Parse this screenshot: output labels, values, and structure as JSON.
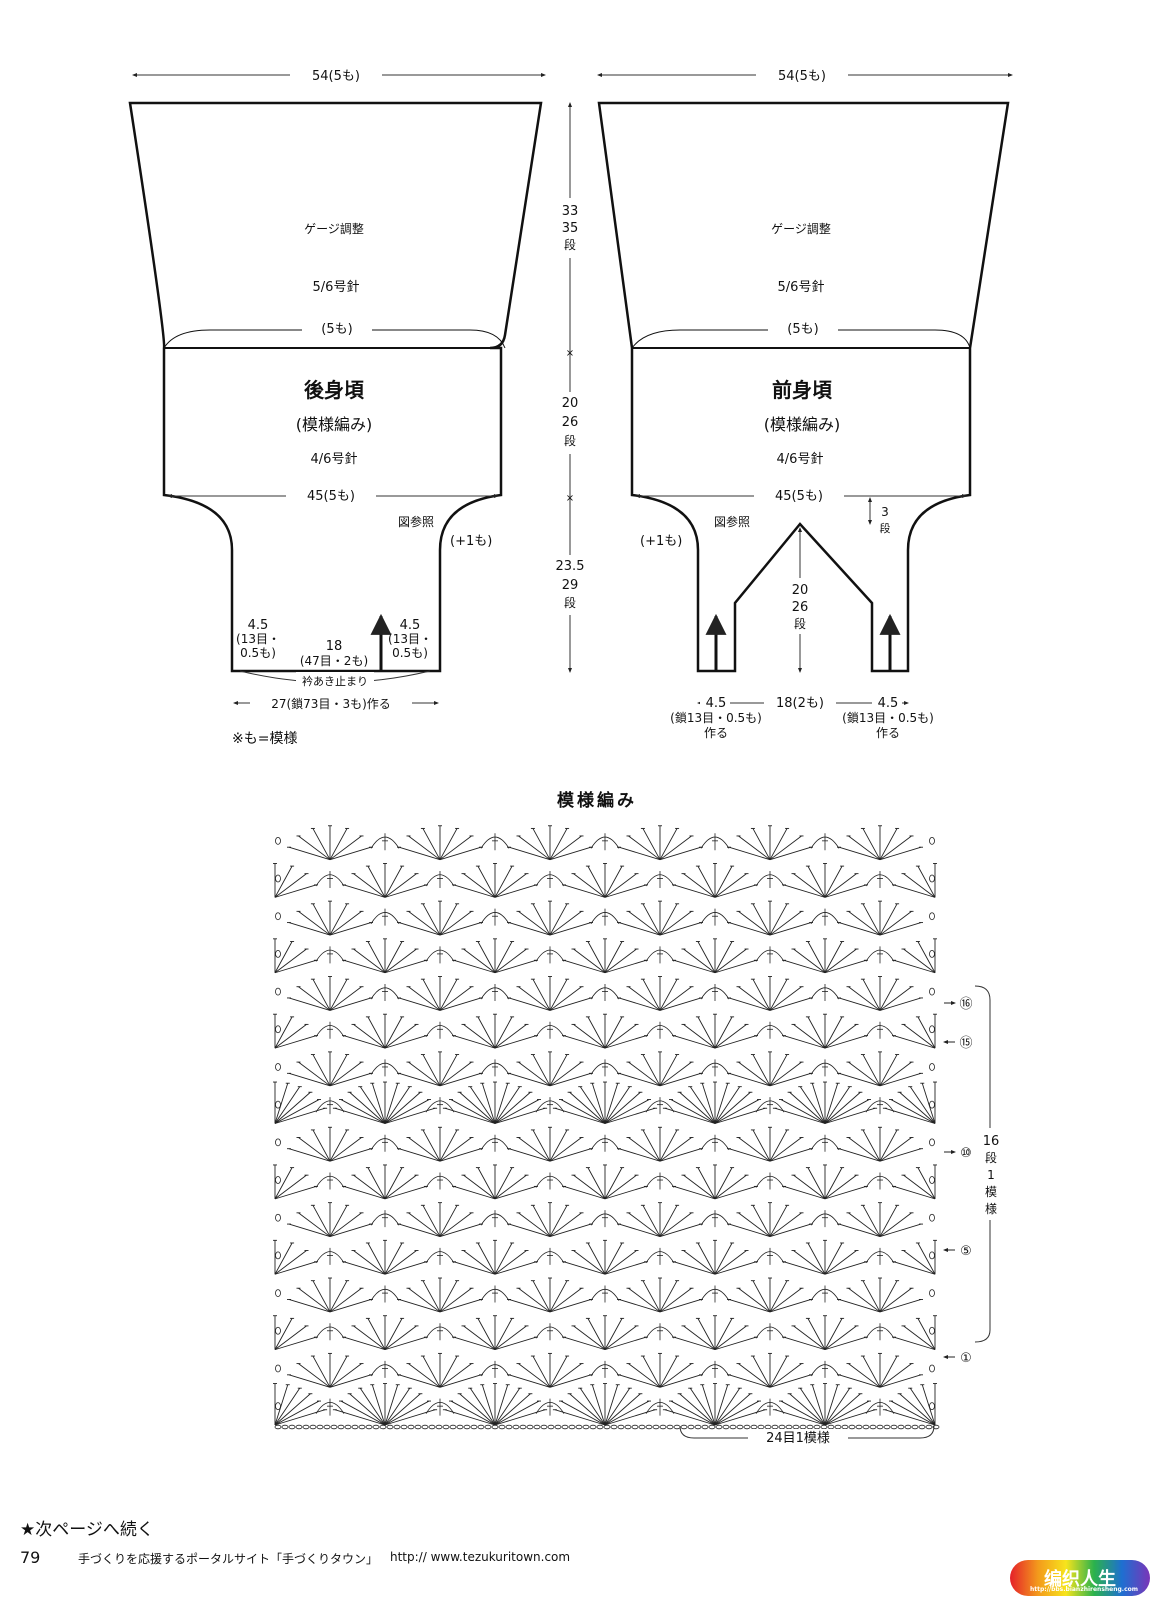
{
  "back_panel": {
    "top_width": "54(5も)",
    "gauge_label": "ゲージ調整",
    "upper_needle": "5/6号針",
    "mid_pattern_count": "(5も)",
    "title": "後身頃",
    "subtitle": "(模様編み)",
    "lower_needle": "4/6号針",
    "waist_width": "45(5も)",
    "ref_label": "図参照",
    "increase": "(+1も)",
    "side_left": [
      "4.5",
      "(13目・",
      "0.5も)"
    ],
    "side_right": [
      "4.5",
      "(13目・",
      "0.5も)"
    ],
    "center": [
      "18",
      "(47目・2も)"
    ],
    "neck_stop": "衿あき止まり",
    "bottom": "27(鎖73目・3も)作る"
  },
  "front_panel": {
    "top_width": "54(5も)",
    "gauge_label": "ゲージ調整",
    "upper_needle": "5/6号針",
    "mid_pattern_count": "(5も)",
    "title": "前身頃",
    "subtitle": "(模様編み)",
    "lower_needle": "4/6号針",
    "waist_width": "45(5も)",
    "ref_label": "図参照",
    "increase": "(+1も)",
    "rows_3": [
      "3",
      "段"
    ],
    "v_neck": [
      "20",
      "26",
      "段"
    ],
    "bottom_left": [
      "4.5",
      "(鎖13目・0.5も)",
      "作る"
    ],
    "bottom_center": "18(2も)",
    "bottom_right": [
      "4.5",
      "(鎖13目・0.5も)",
      "作る"
    ]
  },
  "vertical_measurements": {
    "upper": [
      "33",
      "35",
      "段"
    ],
    "middle": [
      "20",
      "26",
      "段"
    ],
    "lower": [
      "23.5",
      "29",
      "段"
    ]
  },
  "legend": "※も=模様",
  "chart": {
    "title": "模様編み",
    "row_markers": [
      "⑯",
      "⑮",
      "⑩",
      "⑤",
      "①"
    ],
    "repeat_rows": [
      "16",
      "段",
      "1",
      "模",
      "様"
    ],
    "repeat_stitches": "24目1模様"
  },
  "footer": {
    "continue": "★次ページへ続く",
    "page_number": "79",
    "site_text": "手づくりを応援するポータルサイト「手づくりタウン」",
    "url": "http:// www.tezukuritown.com",
    "logo_text": "编织人生",
    "logo_url": "http://bbs.bianzhirensheng.com"
  }
}
